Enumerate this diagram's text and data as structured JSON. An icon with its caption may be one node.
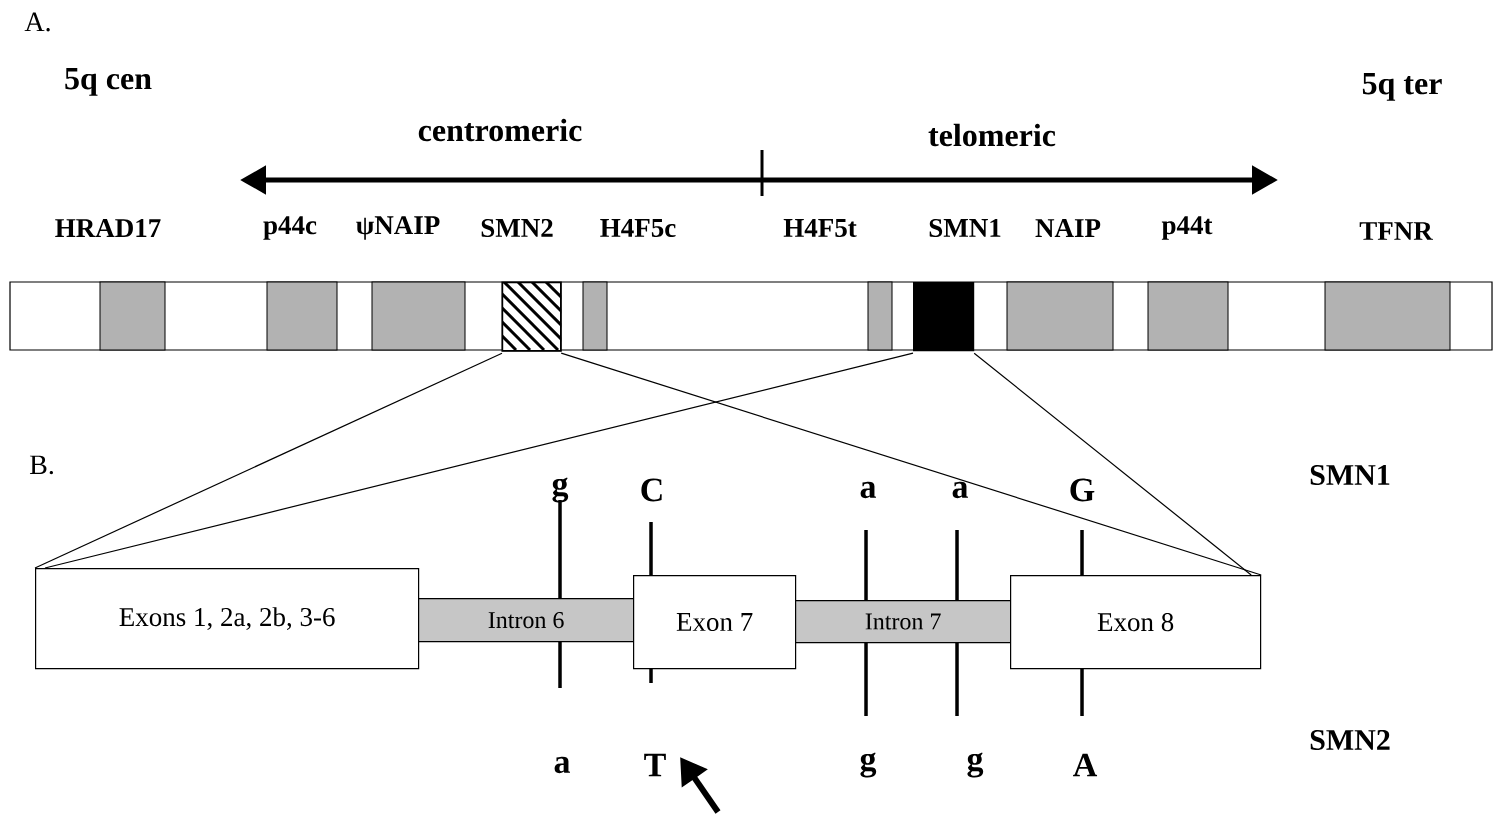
{
  "diagram": {
    "nodes": [
      {
        "text": [],
        "shape": "box"
      },
      {
        "text": [],
        "shape": "box"
      },
      {
        "text": [
          "Exons 1, 2a, 2b, 3-6"
        ]
      },
      {
        "text": [
          "Intron 6"
        ]
      },
      {
        "text": [
          "Exon 7"
        ]
      },
      {
        "text": [
          "Intron 7"
        ]
      },
      {
        "text": [
          "Exon 8"
        ]
      }
    ],
    "edges": [
      {
        "from": 0,
        "to": 2,
        "arrow": "none"
      },
      {
        "from": 0,
        "to": 6,
        "arrow": "none"
      },
      {
        "from": 1,
        "to": 2,
        "arrow": "none"
      },
      {
        "from": 1,
        "to": 6,
        "arrow": "none"
      }
    ],
    "labels": [
      "A.",
      "5q cen",
      "5q ter",
      "centromeric",
      "telomeric",
      "HRAD17",
      "p44c",
      "ψNAIP",
      "SMN2",
      "H4F5c",
      "H4F5t",
      "SMN1",
      "NAIP",
      "p44t",
      "TFNR",
      "B.",
      "SMN1",
      "g",
      "C",
      "a",
      "a",
      "G",
      "SMN2",
      "a",
      "T",
      "g",
      "g",
      "A"
    ]
  }
}
